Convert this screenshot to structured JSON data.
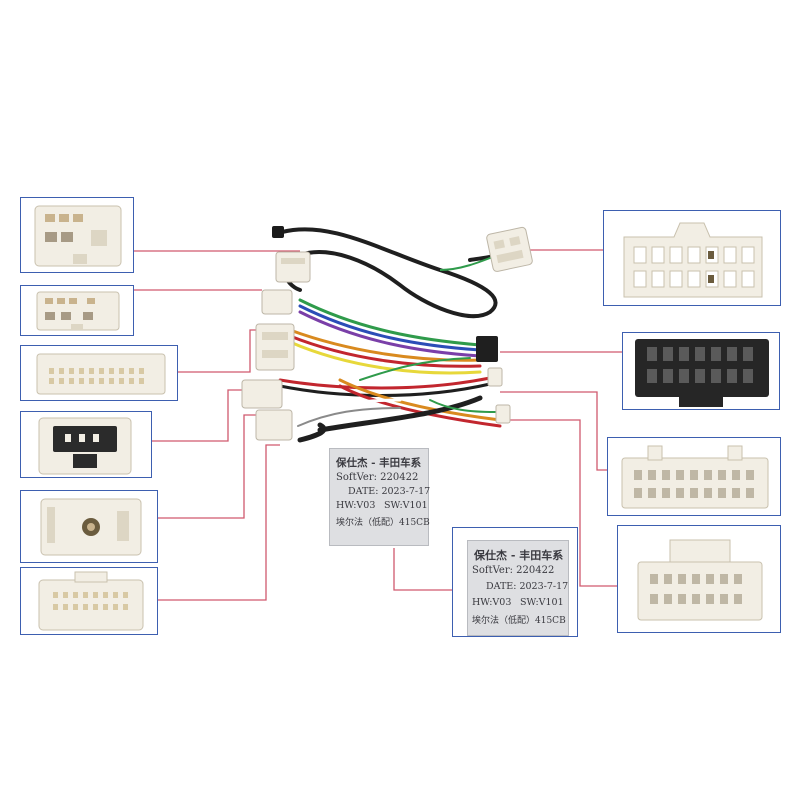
{
  "module_label": {
    "brand_line": "保仕杰 - 丰田车系",
    "softver": "SoftVer:  220422",
    "date": "DATE:  2023-7-17",
    "hw": "HW:V03",
    "sw": "SW:V101",
    "model": "埃尔法（低配）415CB"
  },
  "colors": {
    "callout_border": "#3d5fb0",
    "leader_line": "#d0596e",
    "connector_body": "#f2eee4",
    "connector_dark": "#2b2b2b",
    "label_bg": "#dedfe2"
  },
  "callouts": {
    "left": [
      "left-connector-1",
      "left-connector-2",
      "left-connector-3",
      "left-connector-4",
      "left-connector-5",
      "left-connector-6"
    ],
    "right": [
      "obd-connector",
      "black-16pin-connector",
      "white-20pin-connector-a",
      "white-20pin-connector-b"
    ]
  }
}
